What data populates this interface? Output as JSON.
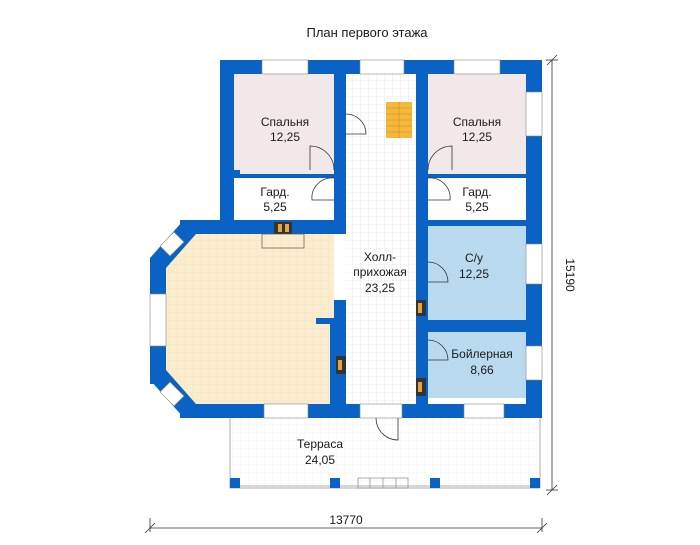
{
  "title": "План первого этажа",
  "rooms": [
    {
      "key": "bedroom_left",
      "name": "Спальня",
      "area": "12,25"
    },
    {
      "key": "bedroom_right",
      "name": "Спальня",
      "area": "12,25"
    },
    {
      "key": "wardrobe_left",
      "name": "Гард.",
      "area": "5,25"
    },
    {
      "key": "wardrobe_right",
      "name": "Гард.",
      "area": "5,25"
    },
    {
      "key": "hall",
      "name_line1": "Холл-",
      "name_line2": "прихожая",
      "area": "23,25"
    },
    {
      "key": "bathroom",
      "name": "С/у",
      "area": "12,25"
    },
    {
      "key": "boiler",
      "name": "Бойлерная",
      "area": "8,66"
    },
    {
      "key": "terrace",
      "name": "Терраса",
      "area": "24,05"
    }
  ],
  "dimensions": {
    "width": "13770",
    "height": "15190"
  },
  "colors": {
    "wall": "#0a63c4",
    "bedroom": "#f2e8ea",
    "living": "#fbeccb",
    "bath": "#b8daf0",
    "hall": "#ffffff",
    "stairs": "#f5b83c",
    "grid": "#d8d8d8"
  }
}
